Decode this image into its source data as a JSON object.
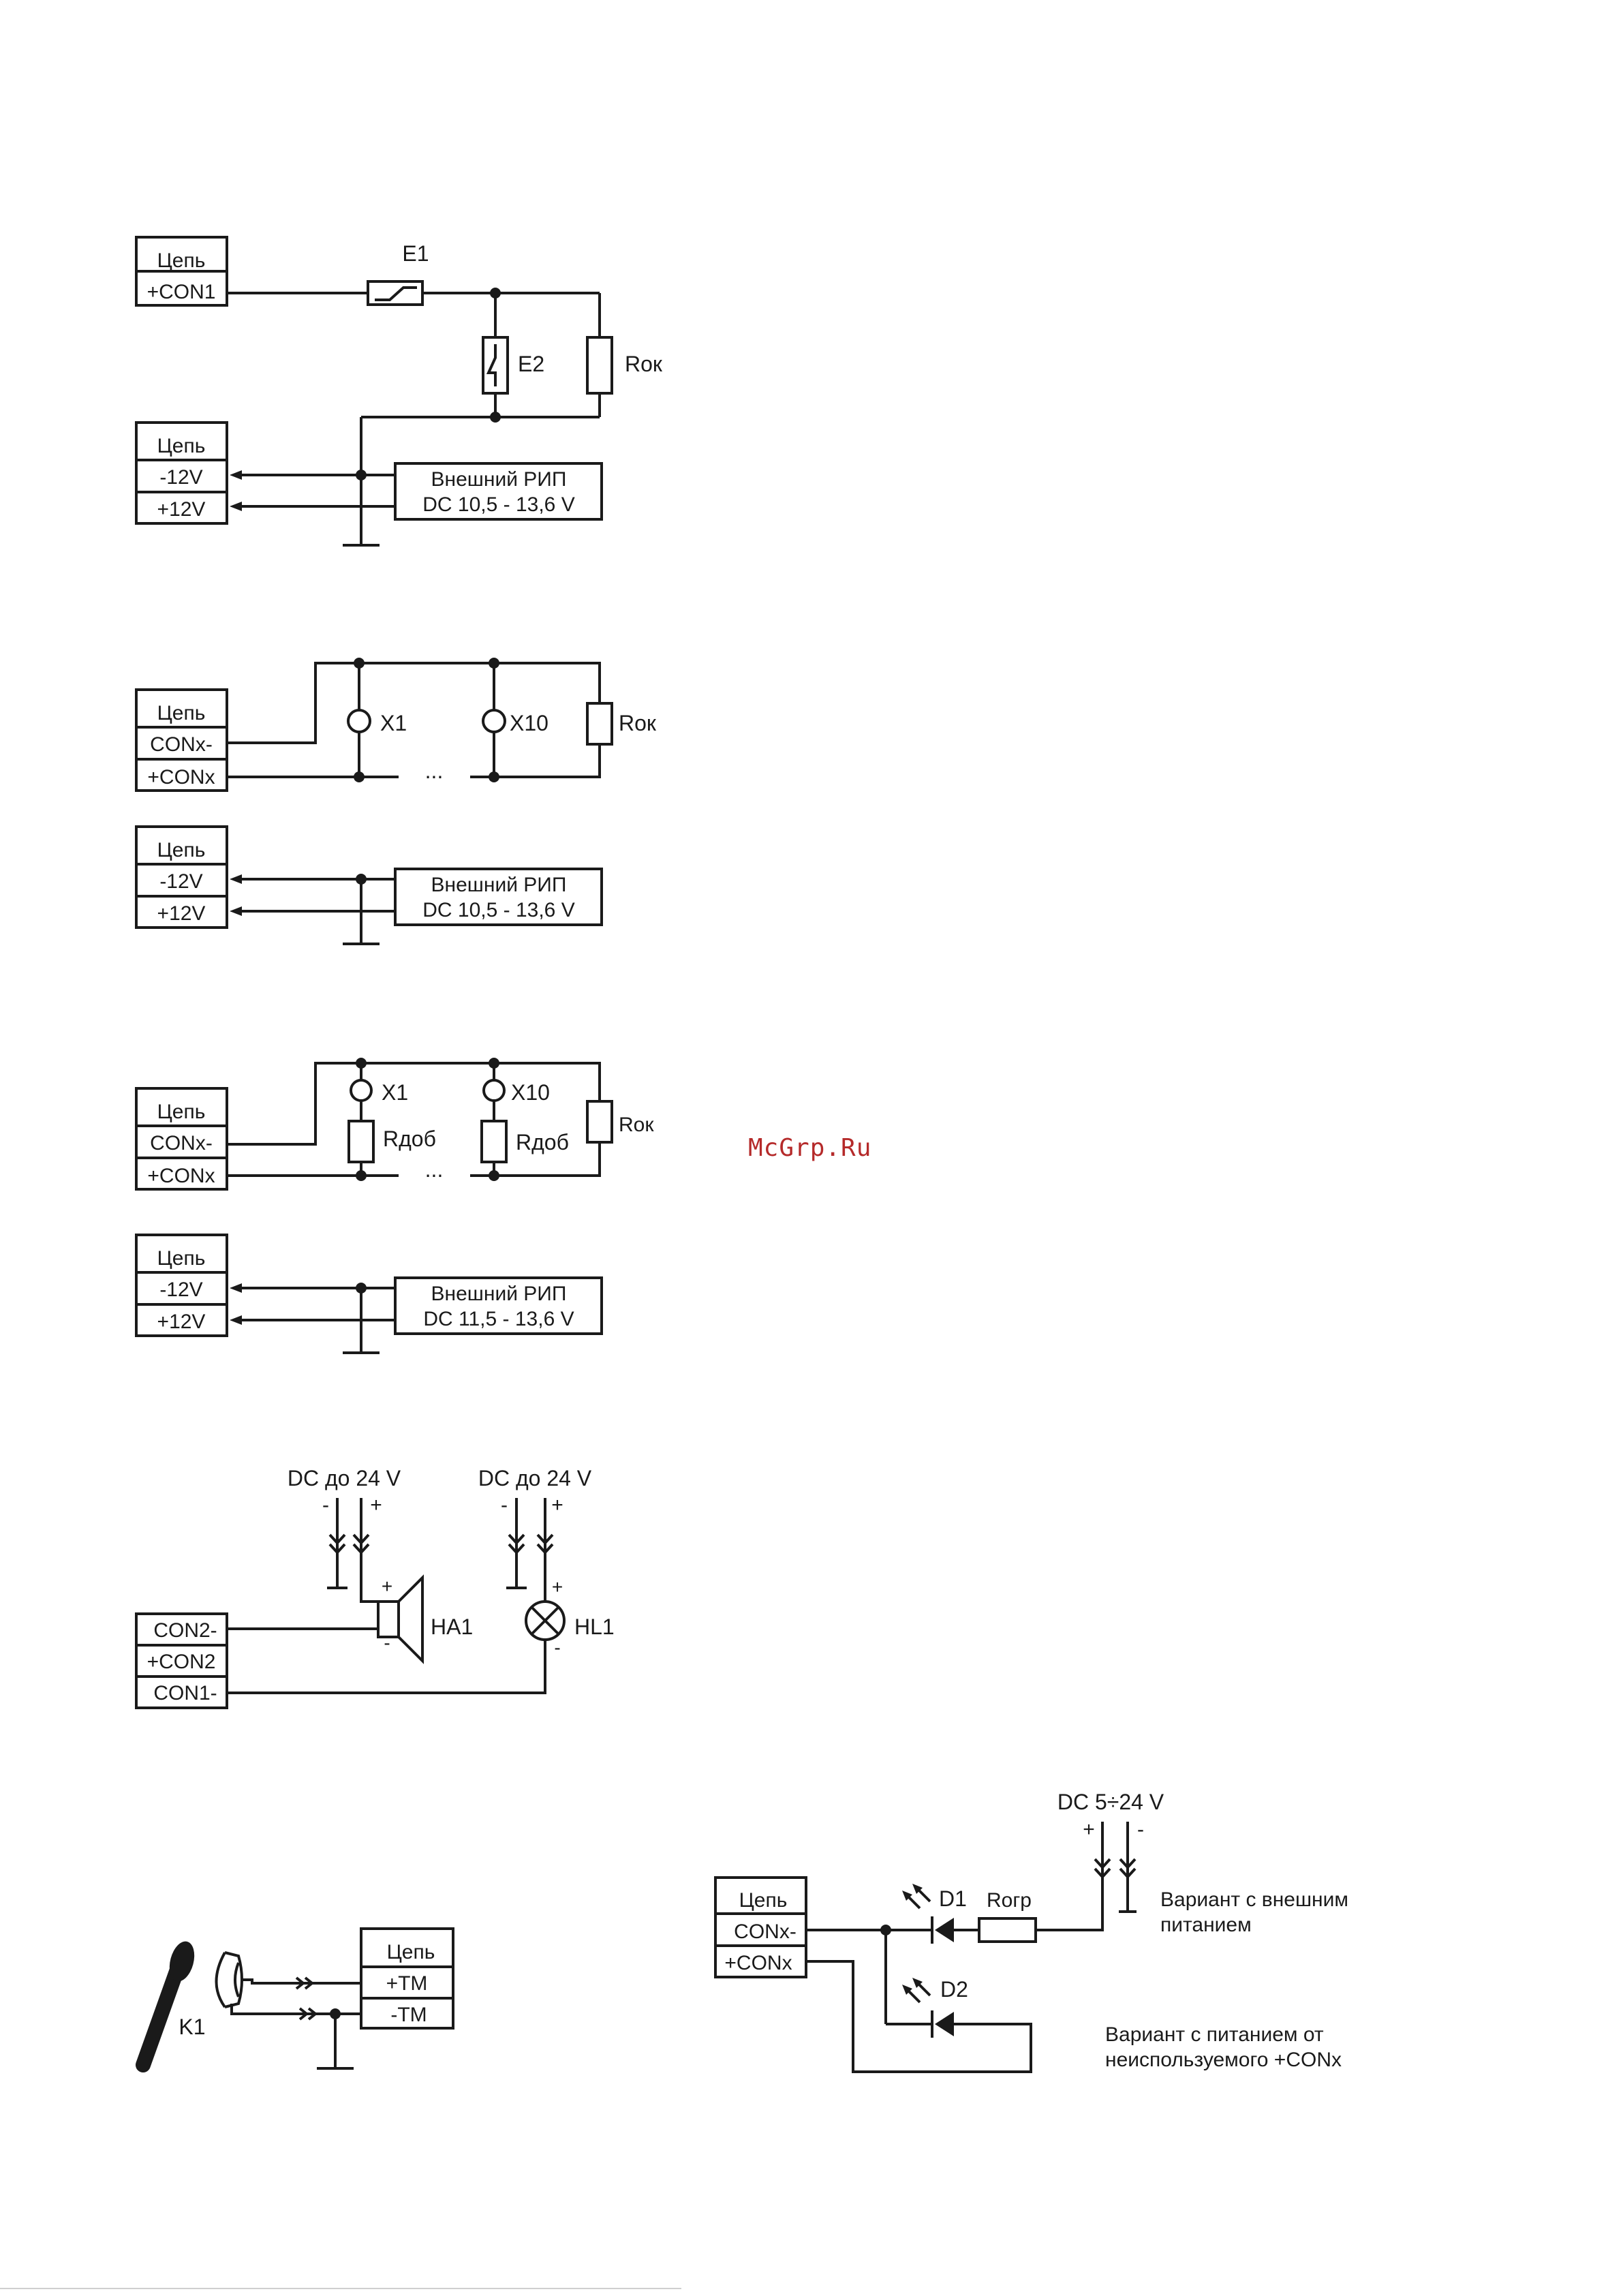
{
  "watermark": "McGrp.Ru",
  "diagram1": {
    "box_title": "Цепь",
    "box_con": "+CON1",
    "e1": "E1",
    "e2": "E2",
    "rok": "Rок",
    "psu_box": {
      "title": "Цепь",
      "neg": "-12V",
      "pos": "+12V"
    },
    "psu_line1": "Внешний РИП",
    "psu_line2": "DC 10,5 - 13,6 V"
  },
  "diagram2": {
    "box_title": "Цепь",
    "con_neg": "CONx-",
    "con_pos": "+CONx",
    "x1": "X1",
    "x10": "X10",
    "dots": "...",
    "rok": "Rок",
    "psu_box": {
      "title": "Цепь",
      "neg": "-12V",
      "pos": "+12V"
    },
    "psu_line1": "Внешний РИП",
    "psu_line2": "DC 10,5 - 13,6 V"
  },
  "diagram3": {
    "box_title": "Цепь",
    "con_neg": "CONx-",
    "con_pos": "+CONx",
    "x1": "X1",
    "x10": "X10",
    "rdob1": "Rдоб",
    "rdob2": "Rдоб",
    "dots": "...",
    "rok": "Rок",
    "psu_box": {
      "title": "Цепь",
      "neg": "-12V",
      "pos": "+12V"
    },
    "psu_line1": "Внешний РИП",
    "psu_line2": "DC 11,5 - 13,6 V"
  },
  "diagram4": {
    "src1": "DC до 24 V",
    "src2": "DC до 24 V",
    "minus": "-",
    "plus": "+",
    "con2_neg": "CON2-",
    "con2_pos": "+CON2",
    "con1_neg": "CON1-",
    "ha1": "HA1",
    "hl1": "HL1"
  },
  "diagram5": {
    "box_title": "Цепь",
    "tm_pos": "+TM",
    "tm_neg": "-TM",
    "k1": "K1"
  },
  "diagram6": {
    "src": "DC 5÷24 V",
    "plus": "+",
    "minus": "-",
    "box_title": "Цепь",
    "con_neg": "CONx-",
    "con_pos": "+CONx",
    "d1": "D1",
    "d2": "D2",
    "rogr": "Rогр",
    "variant1_l1": "Вариант с внешним",
    "variant1_l2": "питанием",
    "variant2_l1": "Вариант с питанием от",
    "variant2_l2": "неиспользуемого +CONx"
  }
}
